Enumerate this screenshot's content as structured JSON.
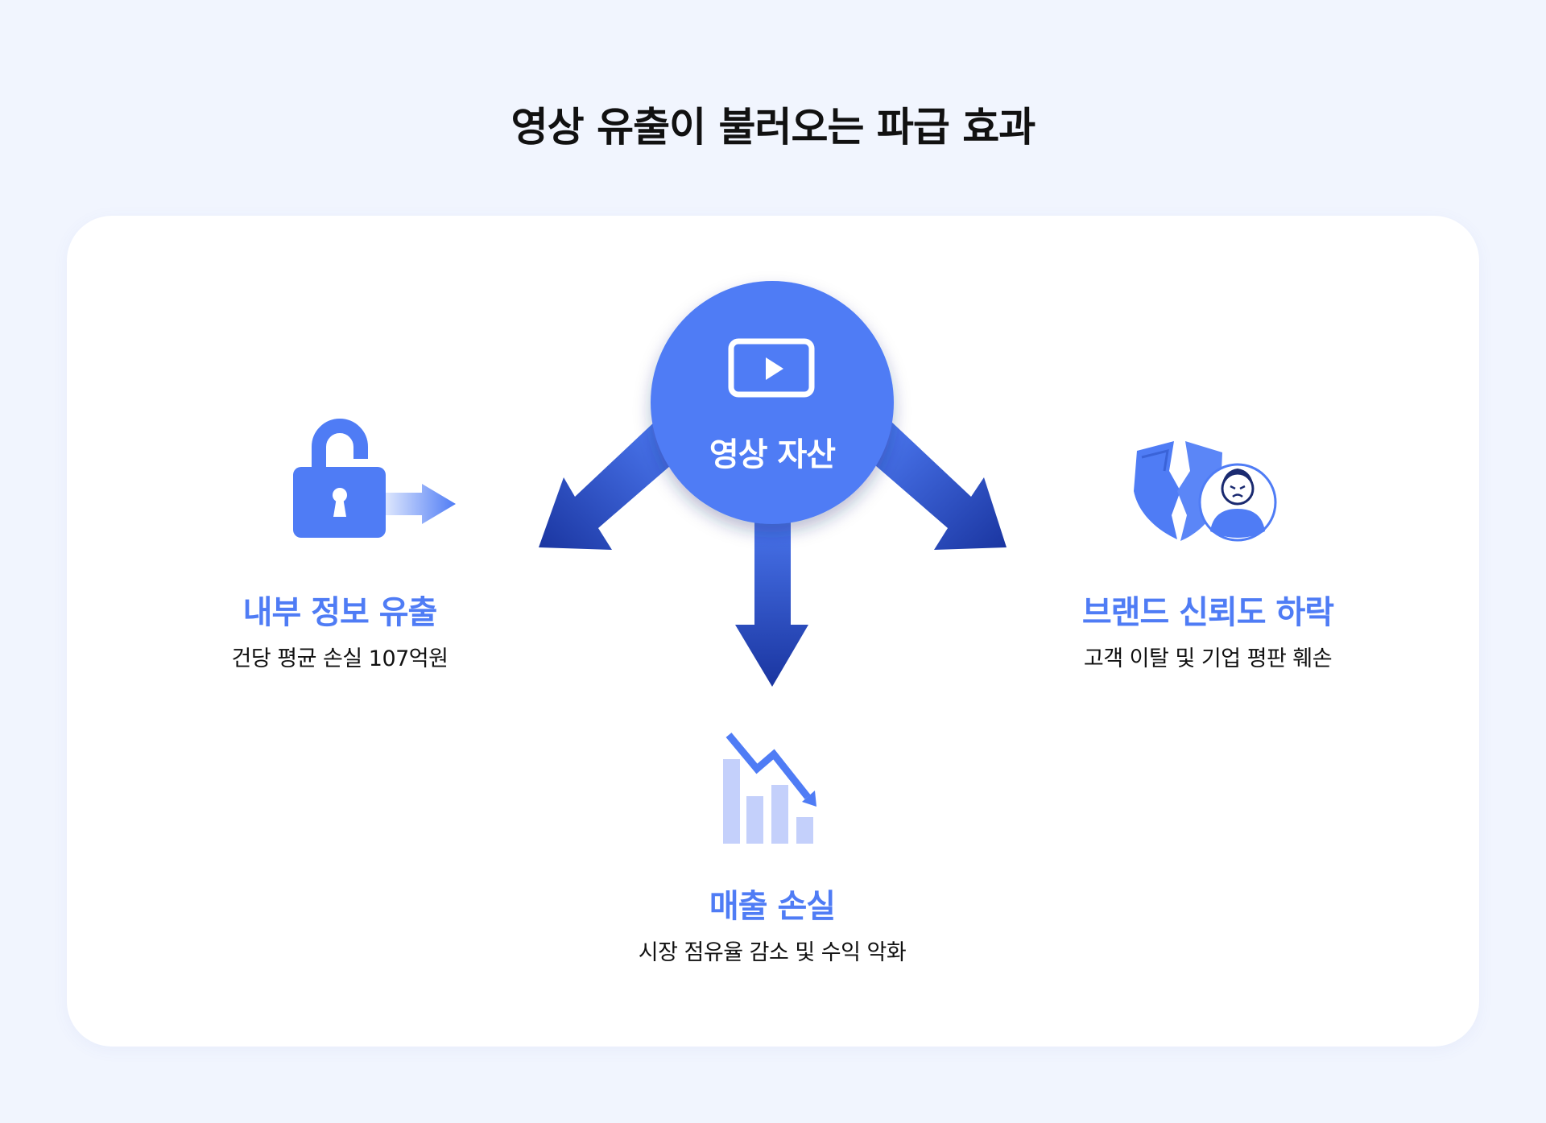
{
  "title": "영상 유출이 불러오는 파급 효과",
  "center": {
    "label": "영상 자산",
    "icon": "video-play-icon"
  },
  "effects": [
    {
      "title": "내부 정보 유출",
      "desc": "건당 평균 손실 107억원",
      "icon": "unlocked-padlock-icon"
    },
    {
      "title": "매출 손실",
      "desc": "시장 점유율 감소 및 수익 악화",
      "icon": "declining-bar-chart-icon"
    },
    {
      "title": "브랜드 신뢰도 하락",
      "desc": "고객 이탈 및 기업 평판 훼손",
      "icon": "broken-shield-angry-user-icon"
    }
  ],
  "colors": {
    "accent": "#4f7cf5",
    "arrow_dark": "#1a35a0",
    "bar_light": "#c4d0fb",
    "background": "#f1f5fe"
  }
}
